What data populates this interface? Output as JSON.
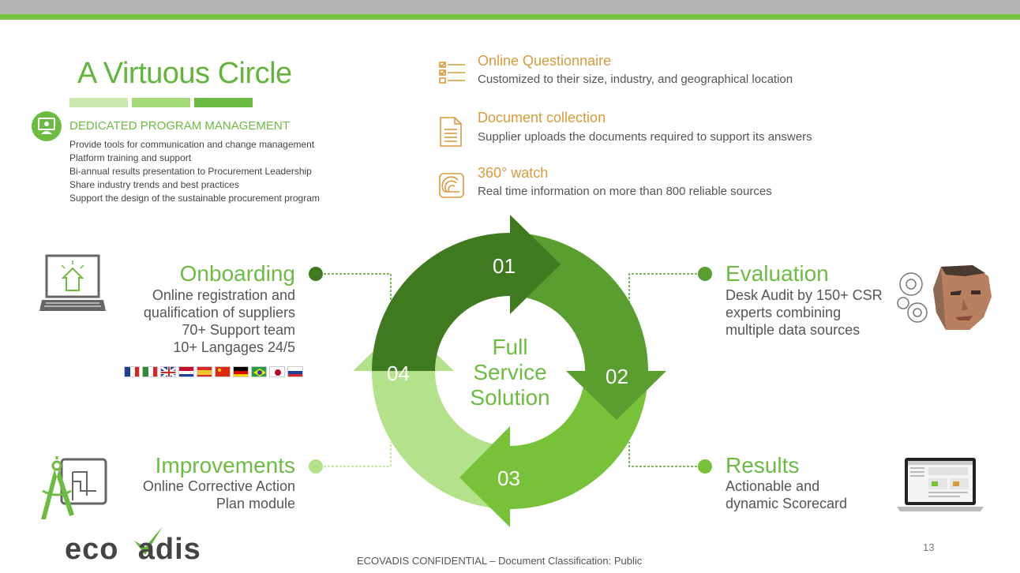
{
  "slide": {
    "title": "A Virtuous Circle",
    "page_number": "13",
    "footer": "ECOVADIS CONFIDENTIAL – Document Classification: Public"
  },
  "colors": {
    "brand_green": "#6cbc43",
    "dark_green": "#3f7a20",
    "mid_green": "#5a9e2f",
    "bright_green": "#78c23a",
    "light_green": "#b3e28a",
    "orange": "#d89a3c",
    "grey_bar": "#b3b3b3"
  },
  "program_management": {
    "title": "DEDICATED PROGRAM MANAGEMENT",
    "icon": "person-screen-icon",
    "items": [
      "Provide tools for communication and change management",
      "Platform training and support",
      "Bi-annual results presentation to Procurement Leadership",
      "Share industry trends and best practices",
      "Support the design of the sustainable procurement program"
    ]
  },
  "features": [
    {
      "icon": "checklist-icon",
      "title": "Online Questionnaire",
      "desc": "Customized to their size, industry, and geographical location"
    },
    {
      "icon": "document-icon",
      "title": "Document collection",
      "desc": "Supplier uploads the documents required to support its answers"
    },
    {
      "icon": "watch-360-icon",
      "title": "360° watch",
      "desc": "Real time information on more than 800 reliable sources"
    }
  ],
  "cycle": {
    "center": [
      "Full",
      "Service",
      "Solution"
    ],
    "steps": [
      "01",
      "02",
      "03",
      "04"
    ]
  },
  "onboarding": {
    "title": "Onboarding",
    "lines": [
      "Online registration and",
      "qualification of suppliers",
      "70+ Support team",
      "10+ Langages 24/5"
    ],
    "flags": [
      "france",
      "italy",
      "united-kingdom",
      "netherlands",
      "spain",
      "china",
      "germany",
      "brazil",
      "japan",
      "russia"
    ]
  },
  "evaluation": {
    "title": "Evaluation",
    "lines": [
      "Desk Audit by 150+ CSR",
      "experts combining",
      "multiple data sources"
    ]
  },
  "improvements": {
    "title": "Improvements",
    "lines": [
      "Online Corrective Action",
      "Plan module"
    ]
  },
  "results": {
    "title": "Results",
    "lines": [
      "Actionable and",
      "dynamic Scorecard"
    ]
  },
  "logo": {
    "text_a": "eco",
    "text_v": "V",
    "text_b": "adis"
  }
}
